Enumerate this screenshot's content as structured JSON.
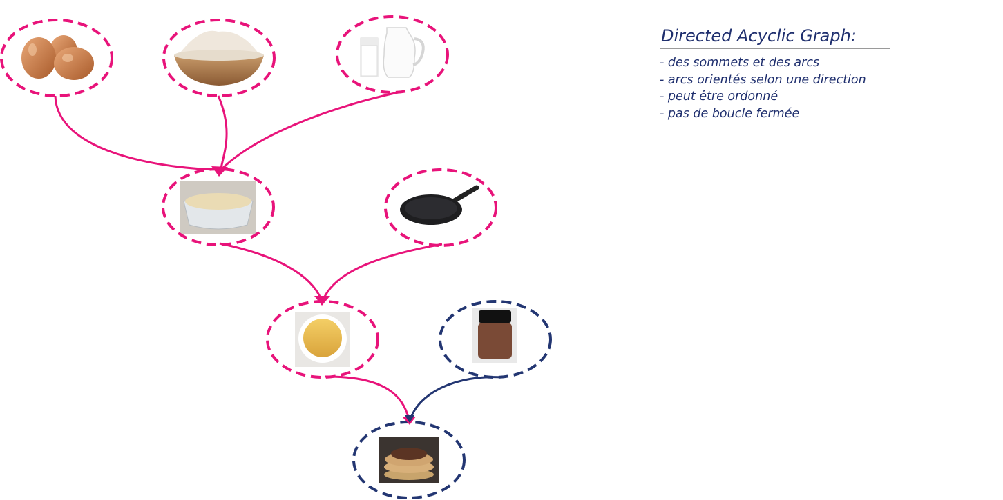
{
  "legend": {
    "title": "Directed Acyclic Graph:",
    "items": [
      "- des sommets et des arcs",
      "- arcs orientés selon une direction",
      "- peut être ordonné",
      "- pas de boucle fermée"
    ]
  },
  "colors": {
    "pink": "#e8137a",
    "navy": "#233672",
    "legend_text": "#1f2f6e"
  },
  "nodes": [
    {
      "id": "oeufs",
      "image": "eggs-icon",
      "ring": "pink"
    },
    {
      "id": "farine",
      "image": "flour-bowl-icon",
      "ring": "pink"
    },
    {
      "id": "lait",
      "image": "milk-jug-icon",
      "ring": "pink"
    },
    {
      "id": "pate",
      "image": "batter-bowl-icon",
      "ring": "pink"
    },
    {
      "id": "poele",
      "image": "crepe-pan-icon",
      "ring": "pink"
    },
    {
      "id": "crepes",
      "image": "crepe-stack-icon",
      "ring": "pink"
    },
    {
      "id": "pate-a-tartiner",
      "image": "spread-jar-icon",
      "ring": "navy"
    },
    {
      "id": "crepes-garnies",
      "image": "topped-crepes-icon",
      "ring": "navy"
    }
  ],
  "edges": [
    {
      "from": "oeufs",
      "to": "pate",
      "color": "pink"
    },
    {
      "from": "farine",
      "to": "pate",
      "color": "pink"
    },
    {
      "from": "lait",
      "to": "pate",
      "color": "pink"
    },
    {
      "from": "pate",
      "to": "crepes",
      "color": "pink"
    },
    {
      "from": "poele",
      "to": "crepes",
      "color": "pink"
    },
    {
      "from": "crepes",
      "to": "crepes-garnies",
      "color": "pink"
    },
    {
      "from": "pate-a-tartiner",
      "to": "crepes-garnies",
      "color": "navy"
    }
  ]
}
